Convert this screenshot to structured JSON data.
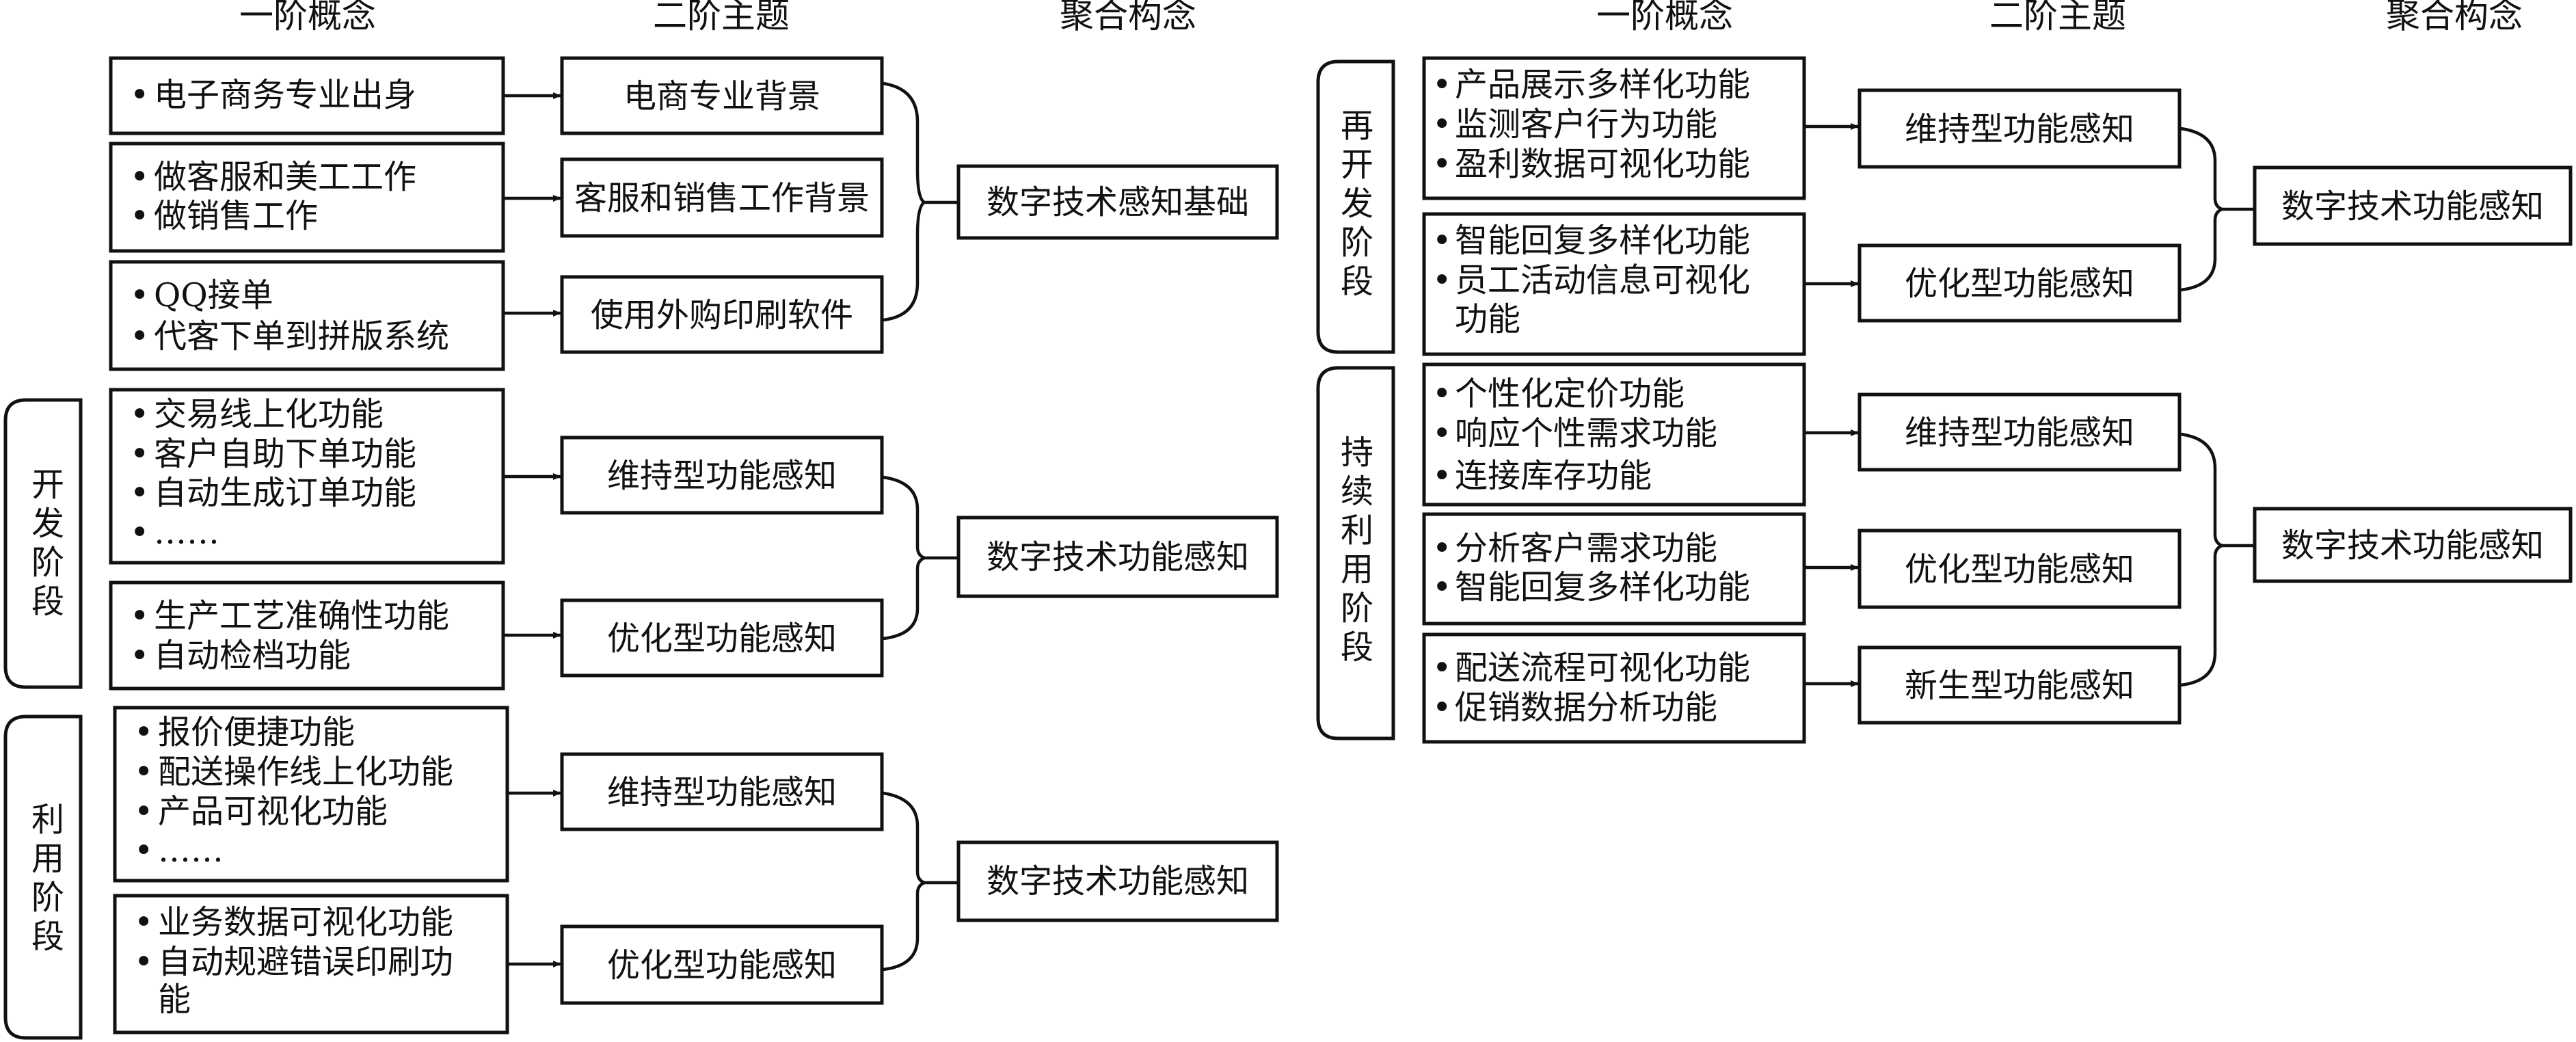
{
  "headers": {
    "left": [
      "一阶概念",
      "二阶主题",
      "聚合构念"
    ],
    "right": [
      "一阶概念",
      "二阶主题",
      "聚合构念"
    ]
  },
  "left": {
    "group1": {
      "concepts": [
        {
          "lines": [
            "电子商务专业出身"
          ]
        },
        {
          "lines": [
            "做客服和美工工作",
            "做销售工作"
          ]
        },
        {
          "lines": [
            "QQ接单",
            "代客下单到拼版系统"
          ]
        }
      ],
      "themes": [
        "电商专业背景",
        "客服和销售工作背景",
        "使用外购印刷软件"
      ],
      "construct": "数字技术感知基础"
    },
    "group2": {
      "stage": [
        "开",
        "发",
        "阶",
        "段"
      ],
      "concepts": [
        {
          "lines": [
            "交易线上化功能",
            "客户自助下单功能",
            "自动生成订单功能",
            "……"
          ]
        },
        {
          "lines": [
            "生产工艺准确性功能",
            "自动检档功能"
          ]
        }
      ],
      "themes": [
        "维持型功能感知",
        "优化型功能感知"
      ],
      "construct": "数字技术功能感知"
    },
    "group3": {
      "stage": [
        "利",
        "用",
        "阶",
        "段"
      ],
      "concepts": [
        {
          "lines": [
            "报价便捷功能",
            "配送操作线上化功能",
            "产品可视化功能",
            "……"
          ]
        },
        {
          "lines": [
            "业务数据可视化功能",
            "自动规避错误印刷功",
            "能"
          ]
        }
      ],
      "themes": [
        "维持型功能感知",
        "优化型功能感知"
      ],
      "construct": "数字技术功能感知"
    }
  },
  "right": {
    "group1": {
      "stage": [
        "再",
        "开",
        "发",
        "阶",
        "段"
      ],
      "concepts": [
        {
          "lines": [
            "产品展示多样化功能",
            "监测客户行为功能",
            "盈利数据可视化功能"
          ]
        },
        {
          "lines": [
            "智能回复多样化功能",
            "员工活动信息可视化",
            "功能"
          ]
        }
      ],
      "themes": [
        "维持型功能感知",
        "优化型功能感知"
      ],
      "construct": "数字技术功能感知"
    },
    "group2": {
      "stage": [
        "持",
        "续",
        "利",
        "用",
        "阶",
        "段"
      ],
      "concepts": [
        {
          "lines": [
            "个性化定价功能",
            "响应个性需求功能",
            "连接库存功能"
          ]
        },
        {
          "lines": [
            "分析客户需求功能",
            "智能回复多样化功能"
          ]
        },
        {
          "lines": [
            "配送流程可视化功能",
            "促销数据分析功能"
          ]
        }
      ],
      "themes": [
        "维持型功能感知",
        "优化型功能感知",
        "新生型功能感知"
      ],
      "construct": "数字技术功能感知"
    }
  }
}
